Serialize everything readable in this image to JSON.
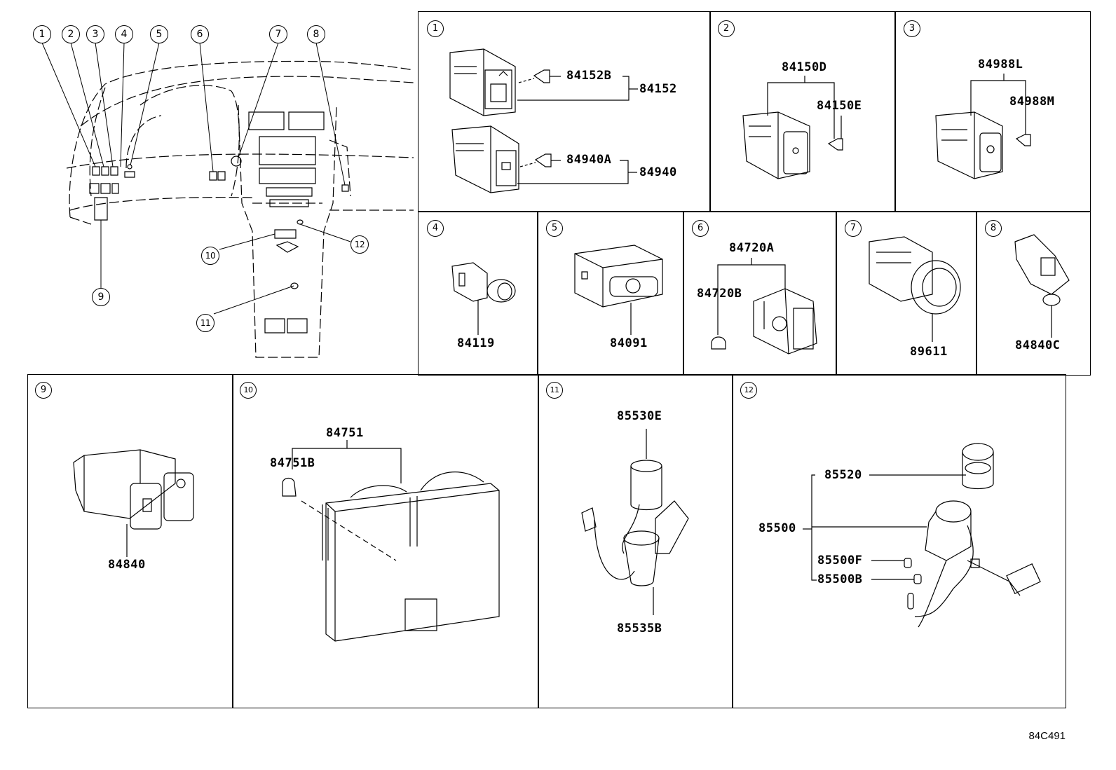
{
  "overview": {
    "callouts": [
      "1",
      "2",
      "3",
      "4",
      "5",
      "6",
      "7",
      "8",
      "9",
      "10",
      "11",
      "12"
    ]
  },
  "panels": [
    {
      "id": "1",
      "parts": [
        "84152B",
        "84152",
        "84940A",
        "84940"
      ]
    },
    {
      "id": "2",
      "parts": [
        "84150D",
        "84150E"
      ]
    },
    {
      "id": "3",
      "parts": [
        "84988L",
        "84988M"
      ]
    },
    {
      "id": "4",
      "parts": [
        "84119"
      ]
    },
    {
      "id": "5",
      "parts": [
        "84091"
      ]
    },
    {
      "id": "6",
      "parts": [
        "84720A",
        "84720B"
      ]
    },
    {
      "id": "7",
      "parts": [
        "89611"
      ]
    },
    {
      "id": "8",
      "parts": [
        "84840C"
      ]
    },
    {
      "id": "9",
      "parts": [
        "84840"
      ]
    },
    {
      "id": "10",
      "parts": [
        "84751",
        "84751B"
      ]
    },
    {
      "id": "11",
      "parts": [
        "85530E",
        "85535B"
      ]
    },
    {
      "id": "12",
      "parts": [
        "85520",
        "85500",
        "85500F",
        "85500B"
      ]
    }
  ],
  "illustration_code": "84C491"
}
